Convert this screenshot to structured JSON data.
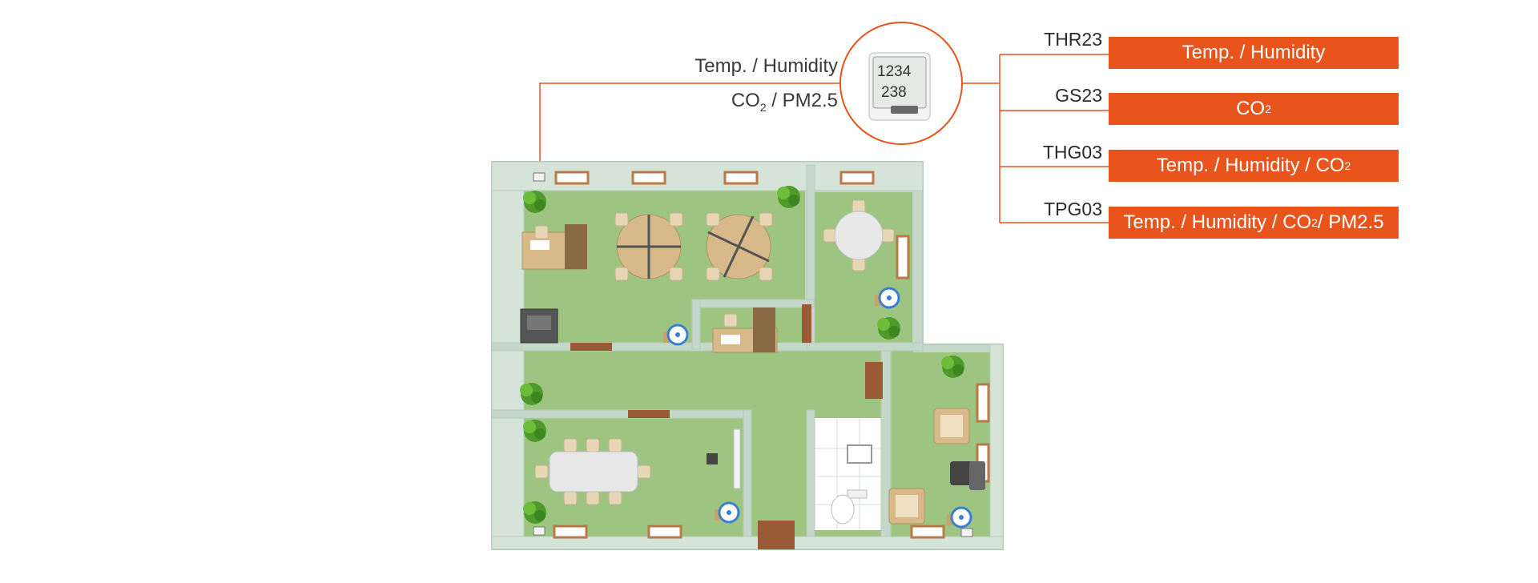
{
  "colors": {
    "accent": "#e8541c",
    "floor": "#9ec481",
    "wall": "#c5d7c9",
    "wall_outer": "#b5ccbb"
  },
  "sensor_callout": {
    "line1": "Temp. / Humidity",
    "line2_prefix": "CO",
    "line2_sub": "2",
    "line2_suffix": " / PM2.5",
    "lcd_top": "1234",
    "lcd_bottom": "238"
  },
  "products": [
    {
      "model": "THR23",
      "parts": [
        {
          "t": "Temp. / Humidity"
        }
      ]
    },
    {
      "model": "GS23",
      "parts": [
        {
          "t": "CO"
        },
        {
          "s": "2"
        }
      ]
    },
    {
      "model": "THG03",
      "parts": [
        {
          "t": "Temp. / Humidity / CO"
        },
        {
          "s": "2"
        }
      ]
    },
    {
      "model": "TPG03",
      "parts": [
        {
          "t": "Temp. / Humidity / CO"
        },
        {
          "s": "2"
        },
        {
          "t": " / PM2.5"
        }
      ]
    }
  ],
  "floor_plan": {
    "icons": [
      "plant-icon",
      "desk-icon",
      "workstation-cluster-icon",
      "round-table-icon",
      "conference-table-icon",
      "toilet-icon",
      "sofa-icon",
      "sensor-device-icon",
      "window-icon",
      "door-icon"
    ]
  }
}
